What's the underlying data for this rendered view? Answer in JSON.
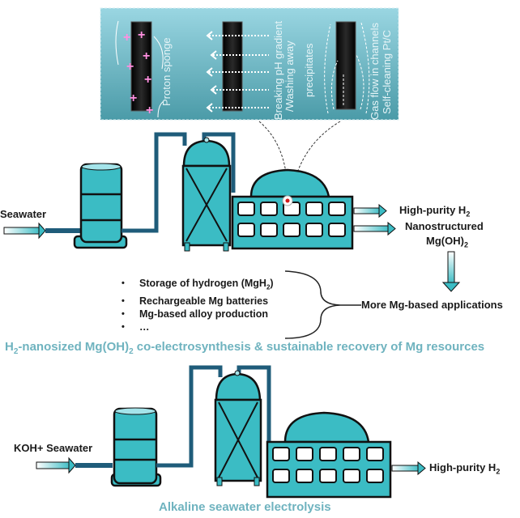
{
  "colors": {
    "teal_fill": "#3bbcc4",
    "pipe_dark": "#1f5c7a",
    "outline": "#111111",
    "caption_teal": "#6fb3bf",
    "panel_top": "#9ad6e2",
    "panel_bottom": "#4b9ba8",
    "proton_pink": "#ff8fe0",
    "marker_red": "#d21a1a"
  },
  "top_panel": {
    "proton_sponge": "Proton sponge",
    "breaking_gradient_line1": "Breaking pH gradient",
    "breaking_gradient_line2": "/Washing away",
    "breaking_gradient_line3": "precipitates",
    "gas_flow_line1": "Gas flow in channels",
    "gas_flow_line2": "Self-cleaning Pt/C",
    "proton_symbol": "+"
  },
  "upper_process": {
    "input_label": "Seawater",
    "output_h2": "High-purity H",
    "output_h2_sub": "2",
    "output_mgoh_line1": "Nanostructured",
    "output_mgoh_line2": "Mg(OH)",
    "output_mgoh_sub": "2",
    "applications": {
      "items": [
        {
          "text": "Storage of hydrogen (MgH",
          "sub": "2",
          "tail": ")"
        },
        {
          "text": "Rechargeable Mg batteries"
        },
        {
          "text": "Mg-based alloy production"
        },
        {
          "text": "…"
        }
      ],
      "summary": "More Mg-based applications"
    },
    "caption_pre": "H",
    "caption_sub1": "2",
    "caption_mid": "-nanosized Mg(OH)",
    "caption_sub2": "2",
    "caption_post": " co-electrosynthesis & sustainable recovery of Mg resources"
  },
  "lower_process": {
    "input_label": "KOH+ Seawater",
    "output_h2": "High-purity H",
    "output_h2_sub": "2",
    "caption": "Alkaline seawater electrolysis"
  }
}
